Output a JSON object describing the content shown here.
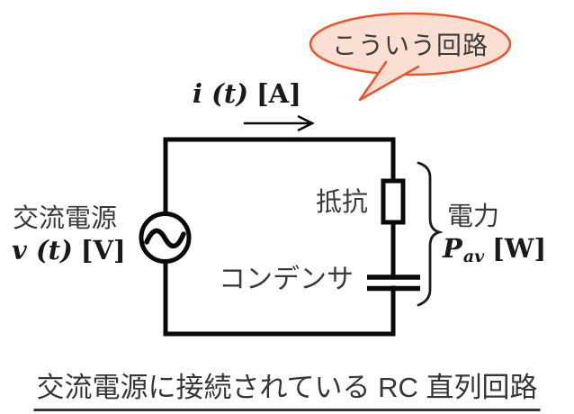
{
  "figure": {
    "bubble": {
      "text": "こういう回路"
    },
    "current": {
      "var": "i (t)",
      "unit": "[A]"
    },
    "source": {
      "name": "交流電源",
      "var": "v (t)",
      "unit": "[V]"
    },
    "resistor": {
      "name": "抵抗"
    },
    "capacitor": {
      "name": "コンデンサ"
    },
    "power": {
      "name": "電力",
      "var": "P",
      "sub": "av",
      "unit": "[W]"
    },
    "caption": "交流電源に接続されている RC 直列回路",
    "colors": {
      "bubble_border": "#e8542c",
      "bubble_fill": "#fbdfd2",
      "wire": "#0a0a0a",
      "label_text": "#3a3a3a",
      "math_text": "#1a1a1a"
    }
  }
}
